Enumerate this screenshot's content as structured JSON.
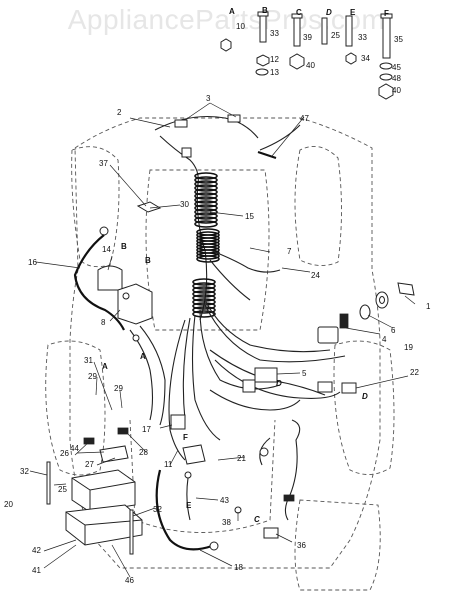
{
  "watermark": "AppliancePartsPros.com",
  "hardware_letters": [
    "A",
    "B",
    "C",
    "D",
    "E",
    "F"
  ],
  "hardware_numbers": [
    "10",
    "33",
    "39",
    "25",
    "33",
    "35",
    "12",
    "13",
    "40",
    "34",
    "45",
    "48",
    "40"
  ],
  "callouts": [
    "1",
    "2",
    "3",
    "4",
    "5",
    "6",
    "7",
    "8",
    "11",
    "14",
    "15",
    "16",
    "17",
    "18",
    "19",
    "20",
    "21",
    "22",
    "24",
    "25",
    "26",
    "27",
    "28",
    "29",
    "29",
    "30",
    "31",
    "32",
    "32",
    "36",
    "37",
    "38",
    "41",
    "42",
    "43",
    "44",
    "46",
    "47"
  ],
  "connector_letters": [
    "B",
    "B",
    "A",
    "A",
    "F",
    "D",
    "D",
    "E",
    "C"
  ]
}
